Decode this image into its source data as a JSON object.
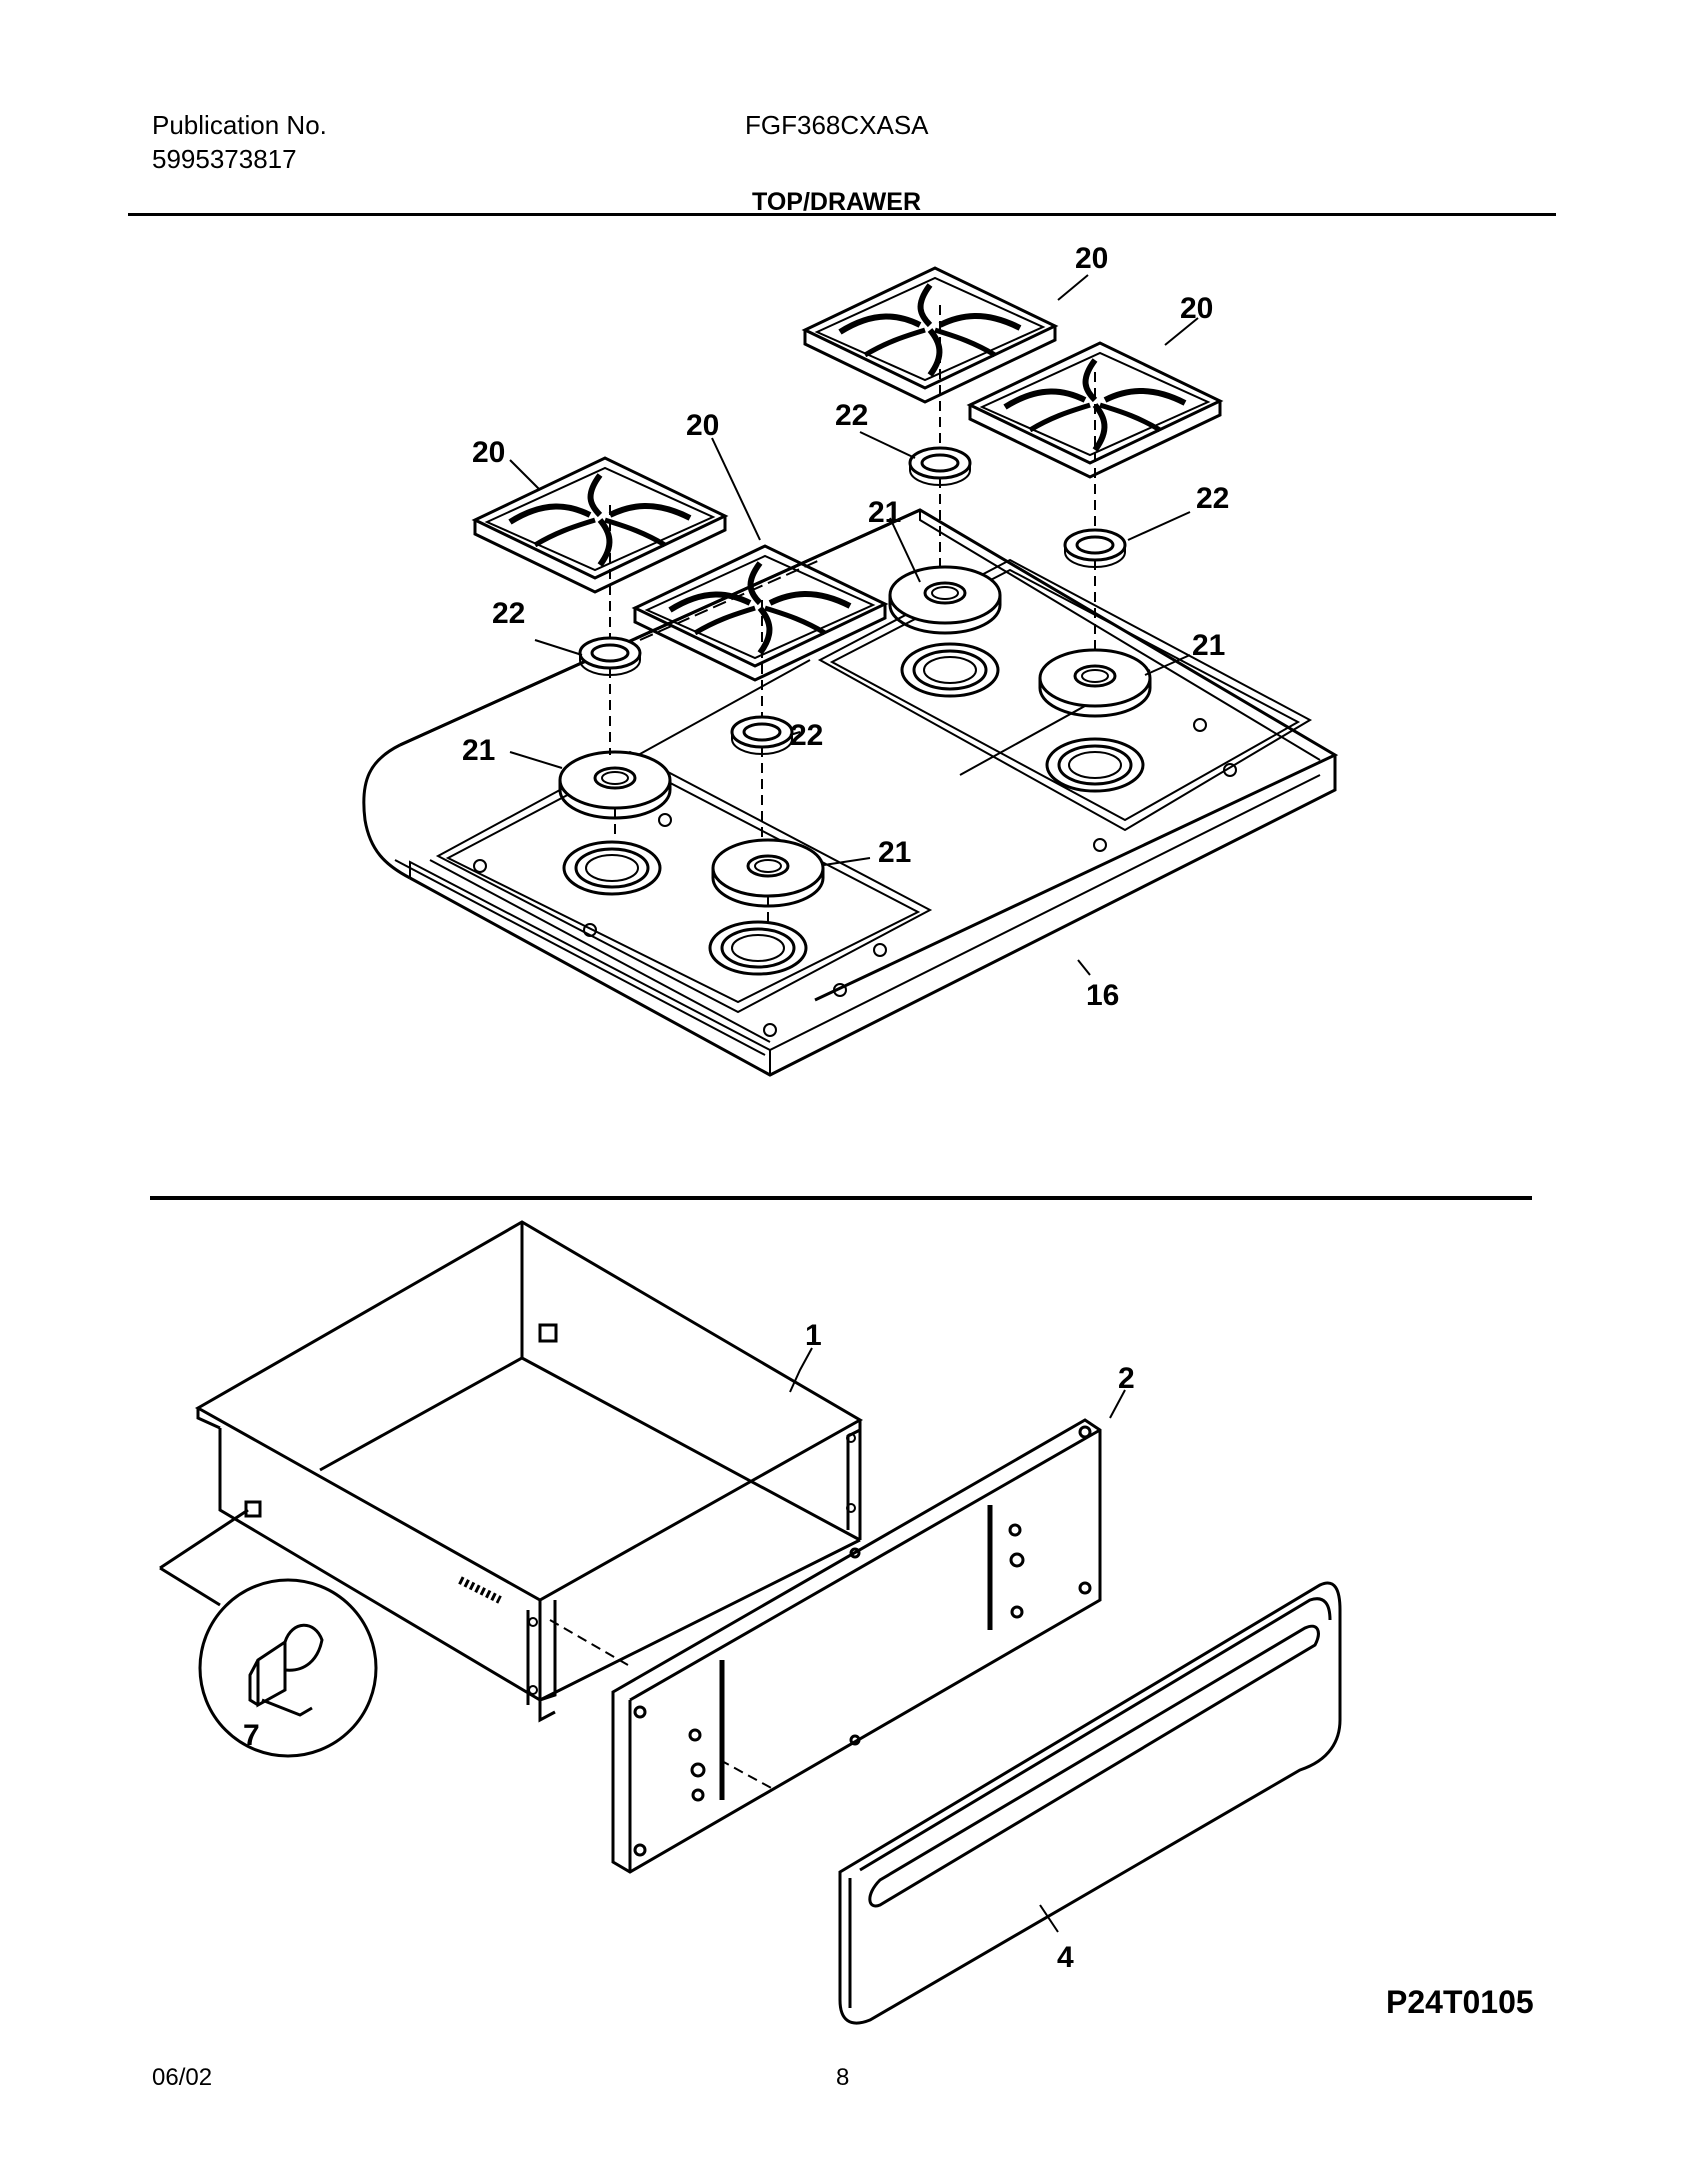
{
  "header": {
    "publication_label": "Publication No.",
    "publication_number": "5995373817",
    "model": "FGF368CXASA",
    "section_title": "TOP/DRAWER"
  },
  "footer": {
    "date": "06/02",
    "page_number": "8",
    "figure_code": "P24T0105"
  },
  "callouts": {
    "top": [
      "20",
      "20",
      "20",
      "20",
      "22",
      "22",
      "22",
      "22",
      "21",
      "21",
      "21",
      "21",
      "16"
    ],
    "drawer": [
      "1",
      "2",
      "4",
      "7"
    ]
  }
}
